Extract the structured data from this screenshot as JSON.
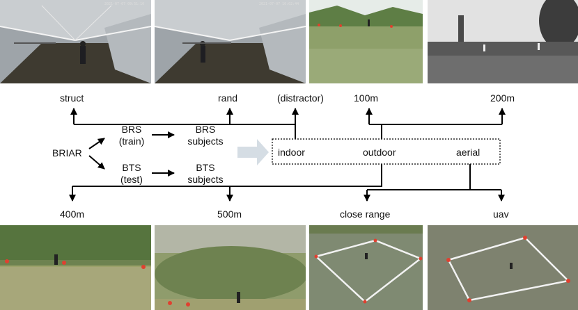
{
  "root_label": "BRIAR",
  "splits": [
    {
      "id": "brs",
      "name": "BRS",
      "role": "(train)",
      "subjects_name": "BRS",
      "subjects_word": "subjects"
    },
    {
      "id": "bts",
      "name": "BTS",
      "role": "(test)",
      "subjects_name": "BTS",
      "subjects_word": "subjects"
    }
  ],
  "settings": [
    "indoor",
    "outdoor",
    "aerial"
  ],
  "top_labels": {
    "struct": "struct",
    "rand": "rand",
    "distractor": "(distractor)",
    "m100": "100m",
    "m200": "200m"
  },
  "bottom_labels": {
    "m400": "400m",
    "m500": "500m",
    "close_range": "close range",
    "uav": "uav"
  },
  "photo_timestamps": {
    "struct": "2021-07-07 09:51:10",
    "rand": "2021-07-07 10:02:44"
  },
  "colors": {
    "line": "#000000",
    "arrow_block": "#d5dde4",
    "tent_gray": "#8e9499",
    "grass": "#8ea06a",
    "sky": "#e3e6e6"
  }
}
